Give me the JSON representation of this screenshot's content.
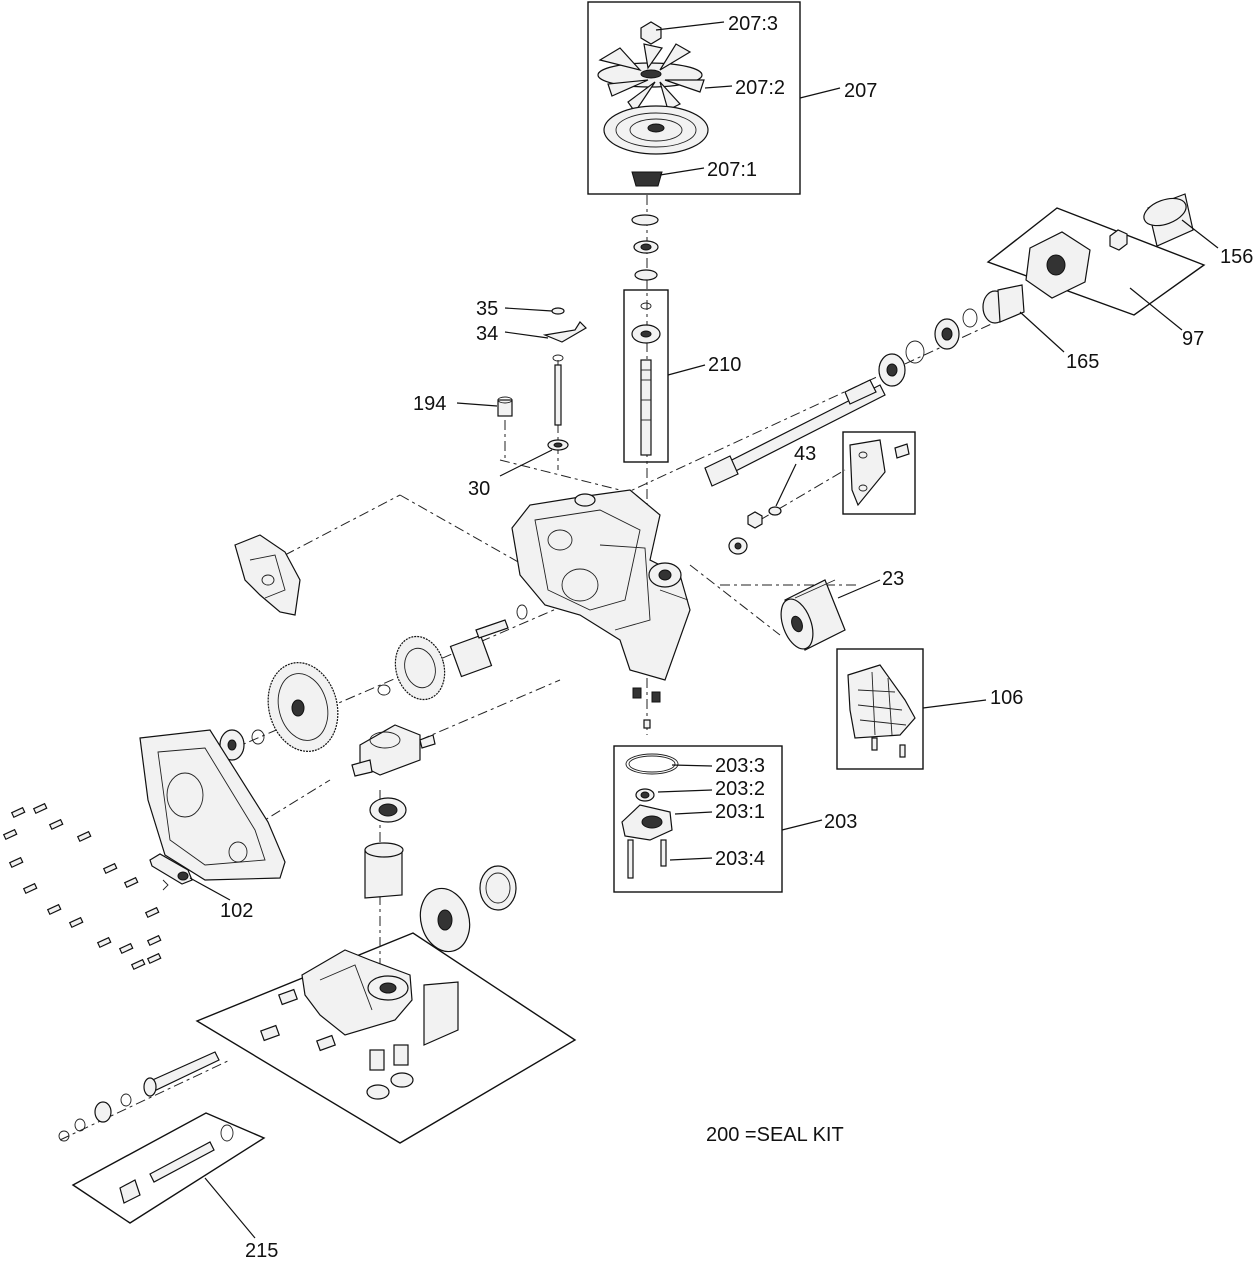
{
  "callouts": {
    "c207_3": "207:3",
    "c207_2": "207:2",
    "c207": "207",
    "c207_1": "207:1",
    "c156": "156",
    "c97": "97",
    "c165": "165",
    "c35": "35",
    "c34": "34",
    "c210": "210",
    "c194": "194",
    "c30": "30",
    "c43": "43",
    "c23": "23",
    "c106": "106",
    "c203_3": "203:3",
    "c203_2": "203:2",
    "c203_1": "203:1",
    "c203": "203",
    "c203_4": "203:4",
    "c102": "102",
    "c215": "215"
  },
  "note": "200 =SEAL KIT"
}
